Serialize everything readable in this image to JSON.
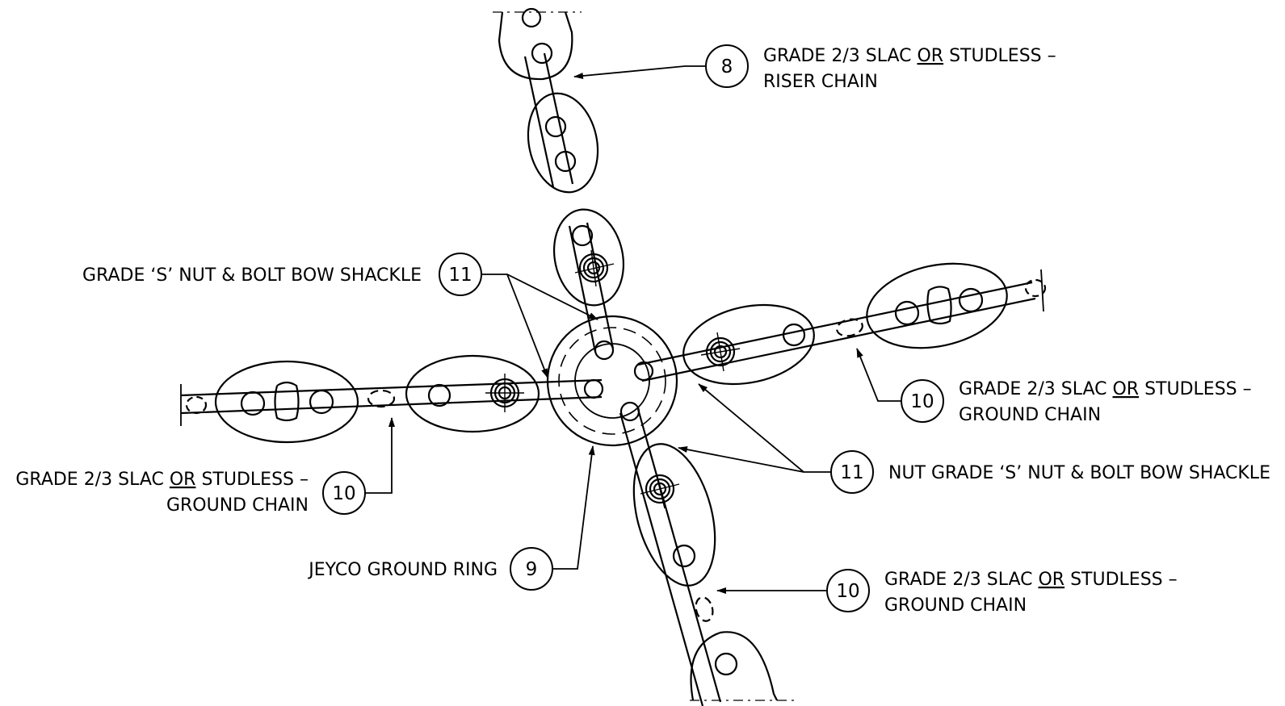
{
  "callouts": {
    "riser_chain": {
      "number": "8",
      "pre": "GRADE 2/3 SLAC ",
      "or": "OR",
      "post": " STUDLESS –",
      "line2": "RISER CHAIN"
    },
    "shackle_left": {
      "number": "11",
      "label": "GRADE ‘S’ NUT & BOLT BOW SHACKLE"
    },
    "ground_chain_right": {
      "number": "10",
      "pre": "GRADE 2/3 SLAC ",
      "or": "OR",
      "post": " STUDLESS –",
      "line2": "GROUND CHAIN"
    },
    "ground_chain_left": {
      "number": "10",
      "pre": "GRADE 2/3 SLAC ",
      "or": "OR",
      "post": " STUDLESS –",
      "line2": "GROUND CHAIN"
    },
    "shackle_right": {
      "number": "11",
      "label": "NUT GRADE ‘S’ NUT & BOLT BOW SHACKLE"
    },
    "ground_ring": {
      "number": "9",
      "label": "JEYCO GROUND RING"
    },
    "ground_chain_bottom": {
      "number": "10",
      "pre": "GRADE 2/3 SLAC ",
      "or": "OR",
      "post": " STUDLESS –",
      "line2": "GROUND CHAIN"
    }
  }
}
